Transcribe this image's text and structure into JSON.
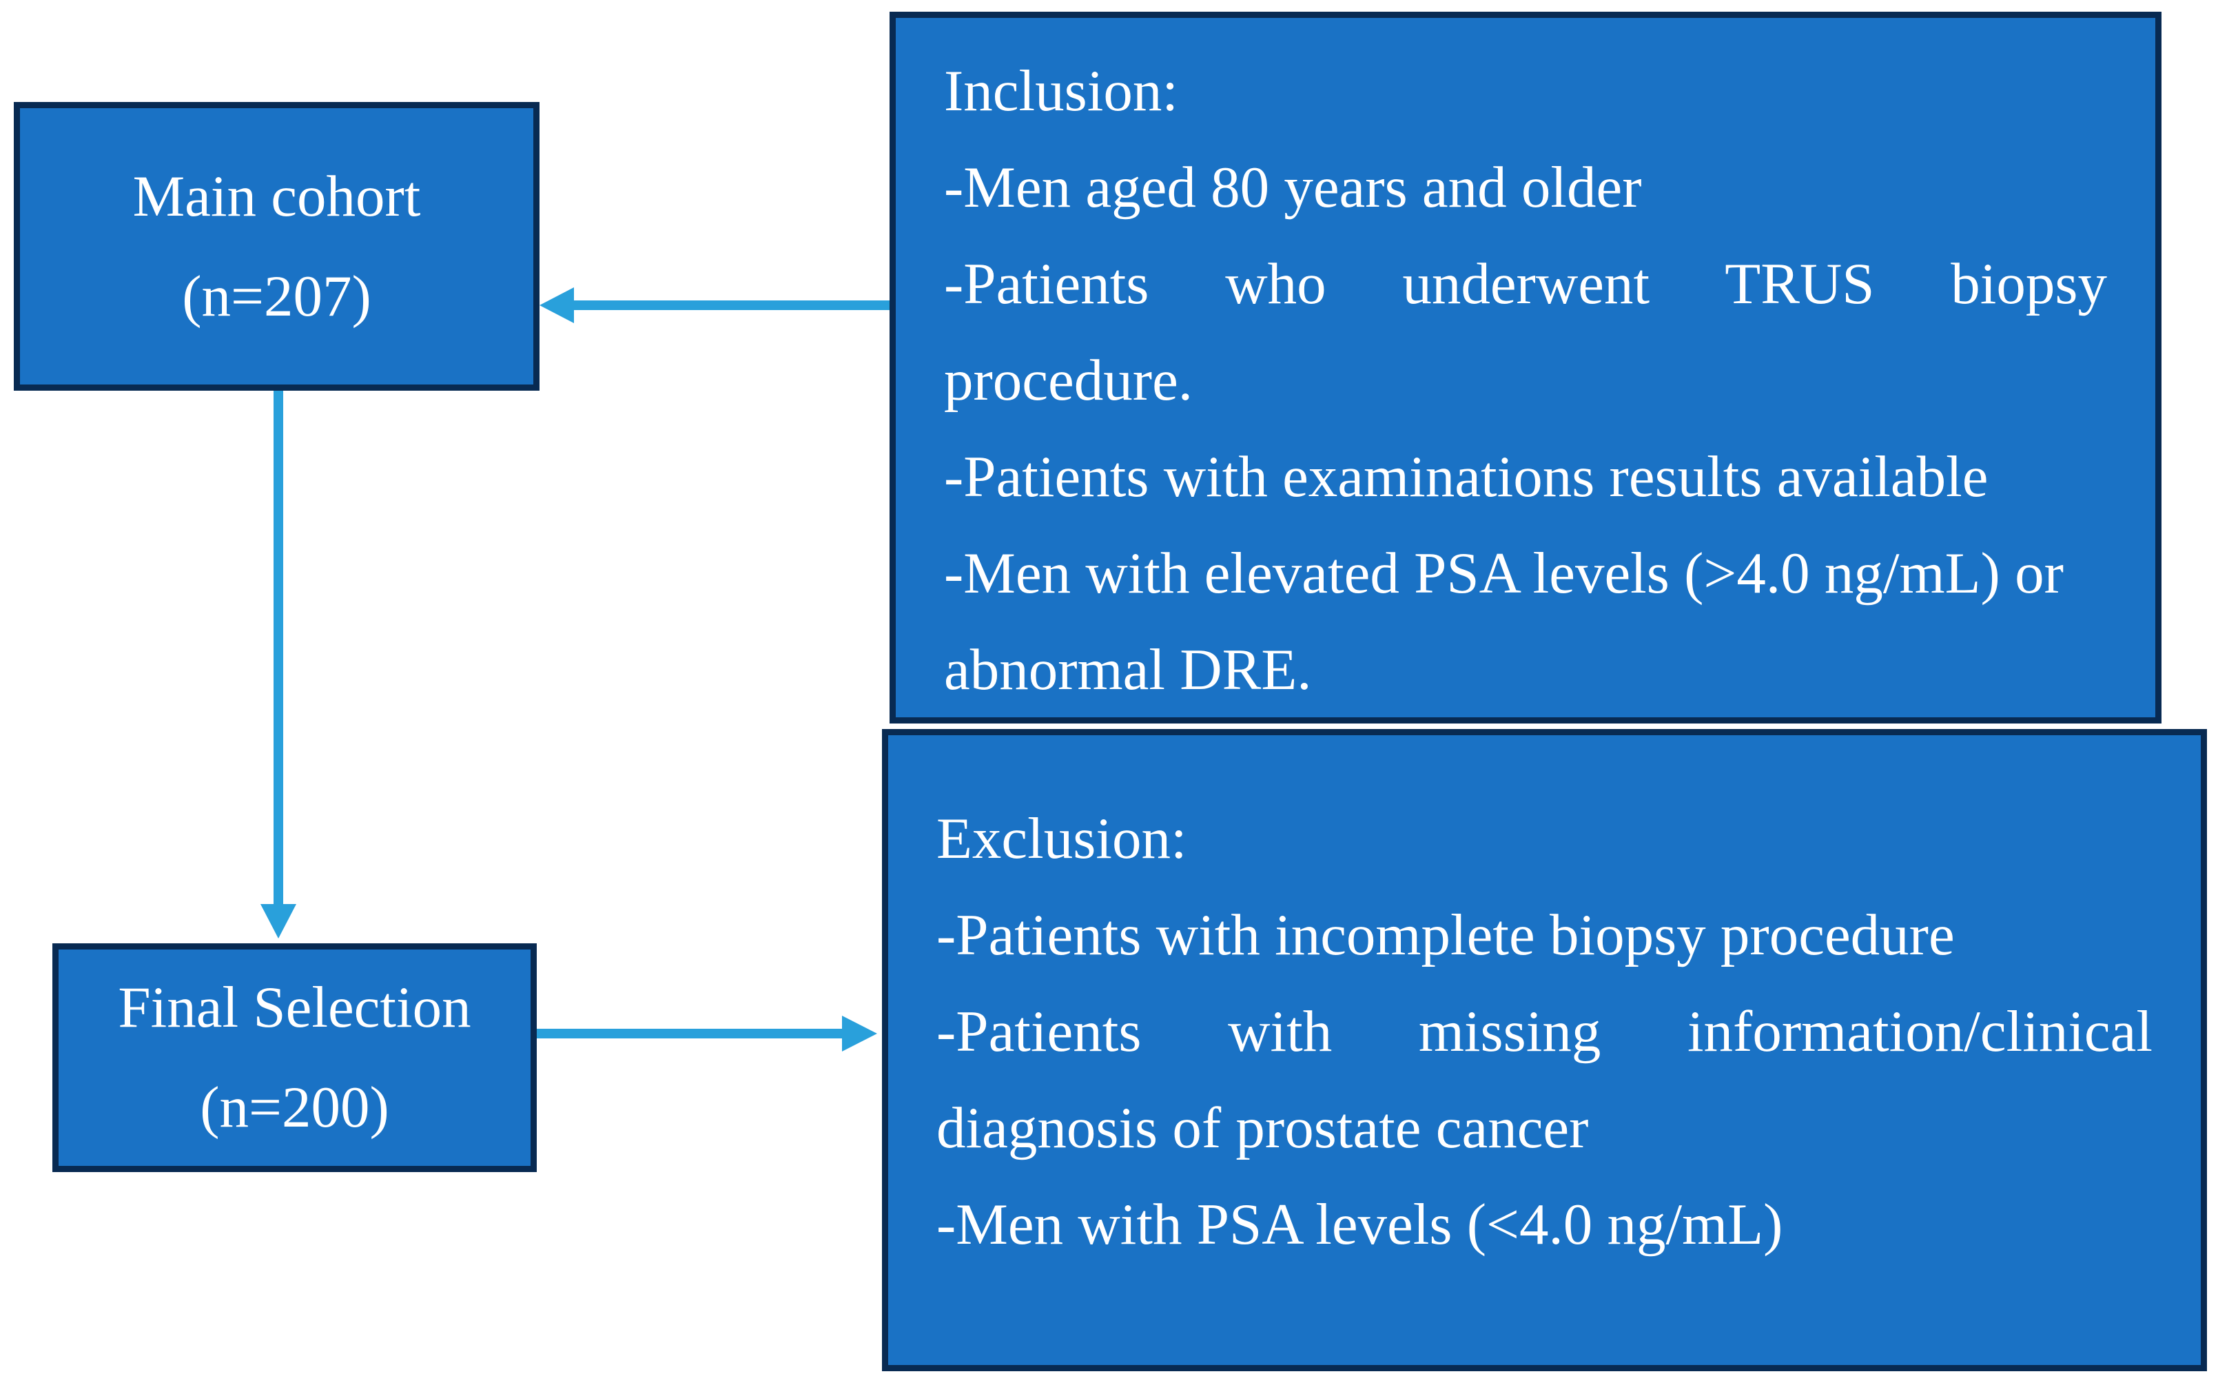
{
  "figure": {
    "type": "flowchart",
    "nodes": {
      "main_cohort": {
        "line1": "Main cohort",
        "line2": "(n=207)"
      },
      "final_selection": {
        "line1": "Final Selection",
        "line2": "(n=200)"
      },
      "inclusion": {
        "lines": [
          {
            "text": "Inclusion:"
          },
          {
            "text": "-Men aged 80 years and older"
          },
          {
            "text": "-Patients who underwent TRUS biopsy",
            "justified": true
          },
          {
            "text": "procedure."
          },
          {
            "text": "-Patients with examinations results available"
          },
          {
            "text": "-Men with elevated PSA levels (>4.0 ng/mL) or"
          },
          {
            "text": "abnormal DRE."
          }
        ]
      },
      "exclusion": {
        "lines": [
          {
            "text": "Exclusion:"
          },
          {
            "text": "-Patients with incomplete biopsy procedure"
          },
          {
            "text": "-Patients with missing information/clinical",
            "justified": true
          },
          {
            "text": "diagnosis of prostate cancer"
          },
          {
            "text": "-Men with PSA levels (<4.0 ng/mL)"
          }
        ]
      }
    },
    "edges": [
      {
        "from": "inclusion",
        "to": "main_cohort",
        "direction": "left"
      },
      {
        "from": "main_cohort",
        "to": "final_selection",
        "direction": "down"
      },
      {
        "from": "final_selection",
        "to": "exclusion",
        "direction": "right"
      }
    ]
  },
  "colors": {
    "box_fill": "#1a72c5",
    "box_border": "#082a52",
    "arrow": "#29a0db",
    "text": "#ffffff",
    "bg": "#ffffff"
  }
}
